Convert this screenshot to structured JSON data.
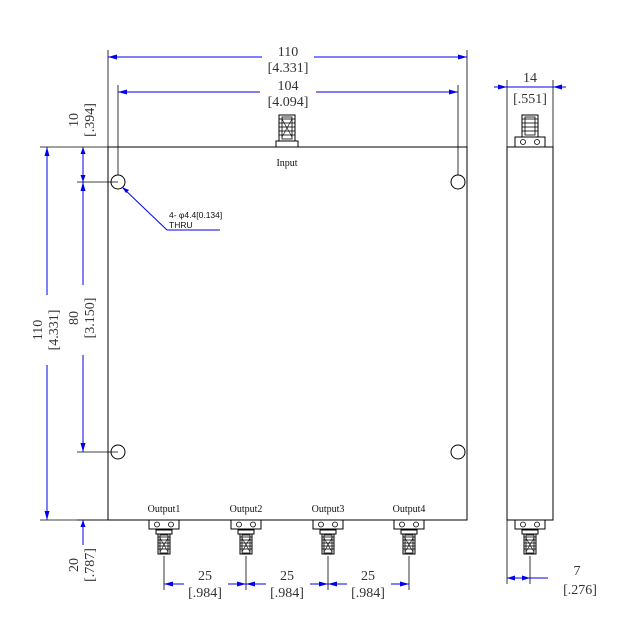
{
  "front_view": {
    "width_overall": {
      "value": "110",
      "inch": "[4.331]"
    },
    "hole_spacing_x": {
      "value": "104",
      "inch": "[4.094]"
    },
    "top_offset": {
      "value": "10",
      "inch": "[.394]"
    },
    "height_overall": {
      "value": "110",
      "inch": "[4.331]"
    },
    "hole_spacing_y": {
      "value": "80",
      "inch": "[3.150]"
    },
    "bottom_offset": {
      "value": "20",
      "inch": "[.787]"
    },
    "hole_note": {
      "line1": "4- φ4.4[0.134]",
      "line2": "THRU"
    },
    "input_label": "Input",
    "outputs": [
      "Output1",
      "Output2",
      "Output3",
      "Output4"
    ],
    "output_pitch": [
      {
        "value": "25",
        "inch": "[.984]"
      },
      {
        "value": "25",
        "inch": "[.984]"
      },
      {
        "value": "25",
        "inch": "[.984]"
      }
    ]
  },
  "side_view": {
    "thickness": {
      "value": "14",
      "inch": "[.551]"
    },
    "connector_offset": {
      "value": "7",
      "inch": "[.276]"
    }
  }
}
